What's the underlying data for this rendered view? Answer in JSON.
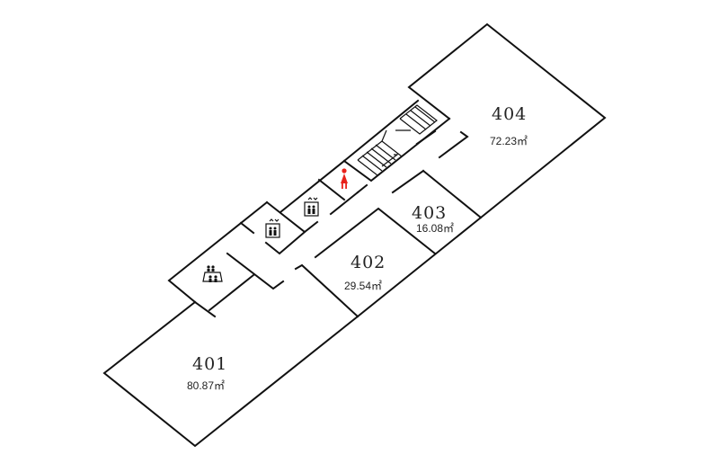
{
  "rooms": [
    {
      "number": "401",
      "area": "80.87㎡"
    },
    {
      "number": "402",
      "area": "29.54㎡"
    },
    {
      "number": "403",
      "area": "16.08㎡"
    },
    {
      "number": "404",
      "area": "72.23㎡"
    }
  ],
  "icons": {
    "toilet": "womens-toilet-icon",
    "elevator": "elevator-icon",
    "meeting": "meeting-room-icon",
    "stairs": "stairs-icon"
  },
  "colors": {
    "walls": "#111111",
    "toilet": "#e8221b"
  }
}
